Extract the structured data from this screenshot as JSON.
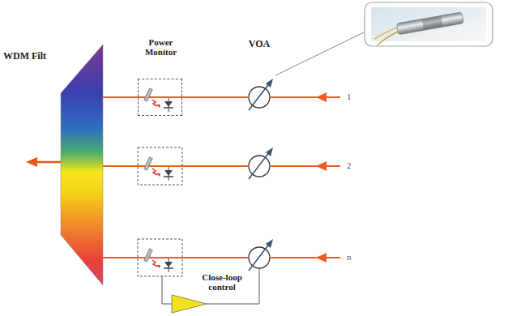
{
  "diagram": {
    "nodes": [
      {
        "text": [
          "Power Monitor"
        ]
      },
      {
        "text": [
          "VOA"
        ]
      },
      {
        "text": [
          "Close-loop control"
        ]
      }
    ],
    "edges": [
      {
        "from": 0,
        "to": 1,
        "arrow": "none"
      }
    ],
    "labels": [
      "WDM Filt",
      "1",
      "2",
      "n"
    ]
  }
}
